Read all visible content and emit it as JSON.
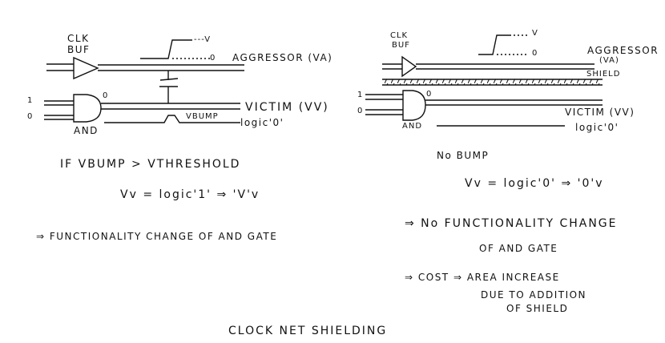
{
  "title": "CLOCK NET SHIELDING",
  "left": {
    "buffer_label": [
      "CLK",
      "BUF"
    ],
    "wave_high": "---V",
    "wave_low": "0",
    "aggressor": "AGGRESSOR (VA)",
    "inputs": [
      "1",
      "0"
    ],
    "gate_output": "0",
    "gate_label": "AND",
    "victim": "VICTIM (VV)",
    "bump": "VBUMP",
    "logic": "logic'0'",
    "condition": "IF VBUMP > VTHRESHOLD",
    "equation": "Vv = logic'1' ⇒ 'V'v",
    "conclusion": "⇒  FUNCTIONALITY CHANGE OF AND GATE"
  },
  "right": {
    "buffer_label": [
      "CLK",
      "BUF"
    ],
    "wave_high": "V",
    "wave_low": "0",
    "aggressor": [
      "AGGRESSOR",
      "(VA)"
    ],
    "shield": "SHIELD",
    "inputs": [
      "1",
      "0"
    ],
    "gate_output": "0",
    "gate_label": "AND",
    "victim": "VICTIM (VV)",
    "logic": "logic'0'",
    "no_bump": "No BUMP",
    "equation": "Vv = logic'0' ⇒ '0'v",
    "conclusion": [
      "⇒  No FUNCTIONALITY CHANGE",
      "OF AND GATE"
    ],
    "cost": [
      "⇒  COST ⇒ AREA INCREASE",
      "DUE TO ADDITION",
      "OF SHIELD"
    ]
  }
}
